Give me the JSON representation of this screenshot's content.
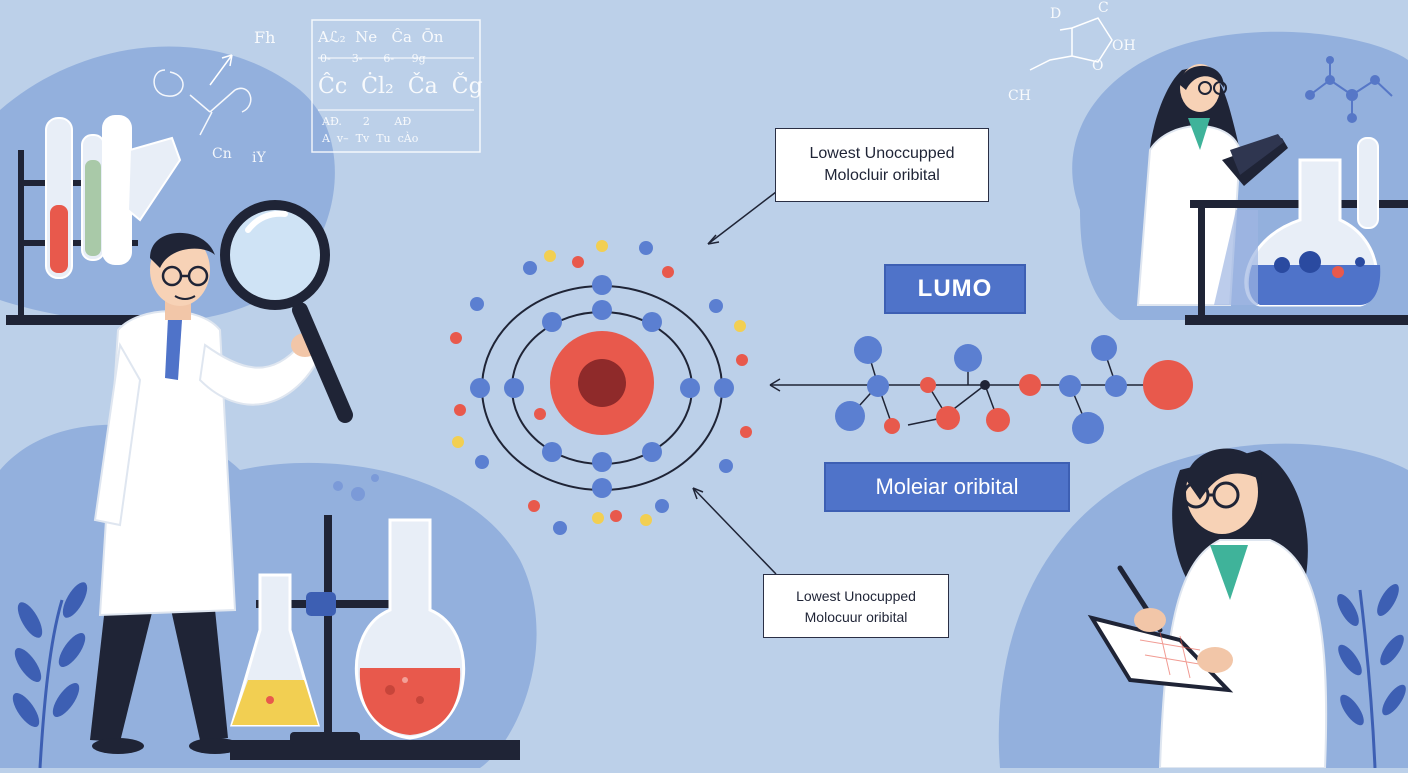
{
  "labels": {
    "top_callout": {
      "line1": "Lowest Unoccupped",
      "line2": "Molocluir oribital"
    },
    "lumo_tag": "LUMO",
    "molecular_tag": "Moleiar oribital",
    "bottom_callout": {
      "line1": "Lowest Unocupped",
      "line2": "Molocuur oribital"
    }
  },
  "chalk_notes": {
    "left_label": "Fh",
    "formula_row1": "Aℒ₂  Ne   Ĉa  Ōn",
    "formula_row2": "0-      3-      6-     9g",
    "formula_row3": "Ĉc  Ċl₂  Ča  Čg",
    "formula_row4": "AĐ.      2       AĐ",
    "formula_row5": "A  v–  Tv  Tu  cÀo",
    "doodle_1": "Cn",
    "doodle_2": "iY",
    "ring_top": "D",
    "ring_c": "C",
    "ring_oh": "OH",
    "ring_o": "O",
    "ring_ch": "CH"
  },
  "colors": {
    "background": "#bcd0e9",
    "blob": "#93b0dd",
    "accent_blue": "#5b7fd1",
    "accent_red": "#e8594c",
    "nucleus_dark": "#8f2a2a",
    "yellow": "#f2cf52",
    "navy": "#1f2436"
  }
}
